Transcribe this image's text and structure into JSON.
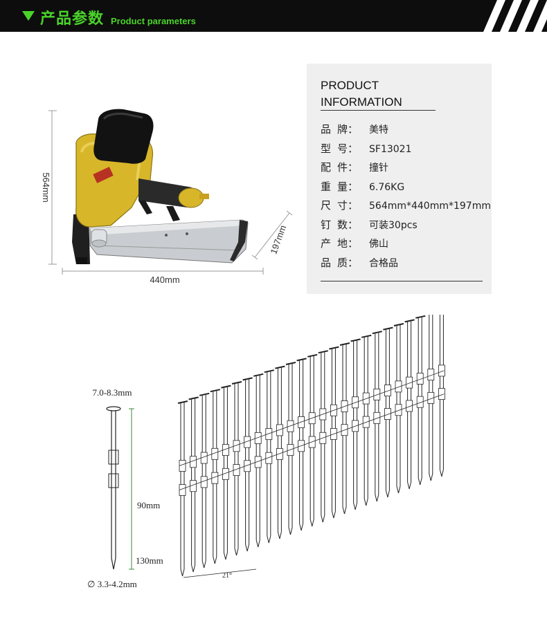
{
  "header": {
    "title_cn": "产品参数",
    "title_en": "Product parameters"
  },
  "colors": {
    "accent": "#4ad42a",
    "header_bg": "#0d0d0d",
    "panel_bg": "#efefef",
    "gun_body": "#d8b62a"
  },
  "product_image": {
    "dim_height": "564mm",
    "dim_width": "440mm",
    "dim_depth": "197mm"
  },
  "info": {
    "title_line1": "PRODUCT",
    "title_line2": "INFORMATION",
    "rows": [
      {
        "key": "品  牌：",
        "value": "美特"
      },
      {
        "key": "型  号：",
        "value": "SF13021"
      },
      {
        "key": "配  件：",
        "value": "撞针"
      },
      {
        "key": "重  量：",
        "value": "6.76KG"
      },
      {
        "key": "尺  寸：",
        "value": "564mm*440mm*197mm"
      },
      {
        "key": "钉  数：",
        "value": "可装30pcs"
      },
      {
        "key": "产  地：",
        "value": "佛山"
      },
      {
        "key": "品  质：",
        "value": "合格品"
      }
    ]
  },
  "nail_diagram": {
    "head_diameter": "7.0-8.3mm",
    "length_a": "90mm",
    "length_b": "130mm",
    "shank_diameter": "∅ 3.3-4.2mm",
    "angle": "21°"
  }
}
